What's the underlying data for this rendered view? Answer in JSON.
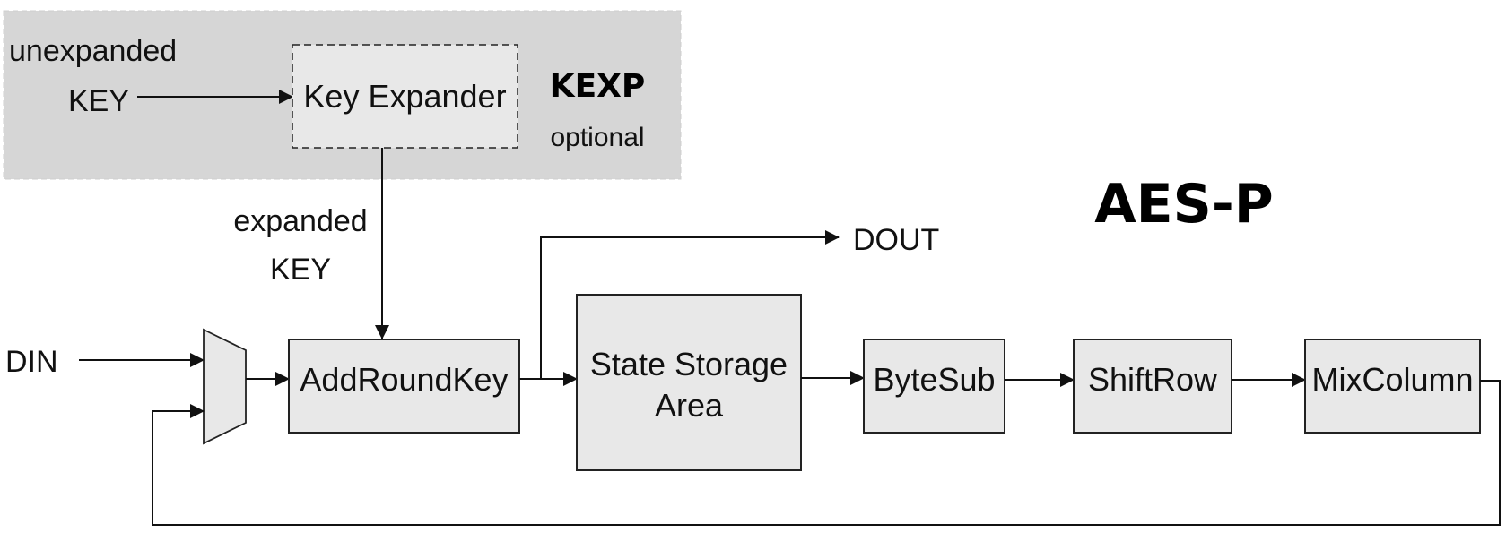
{
  "title": "AES-P",
  "kexp": {
    "title": "KEXP",
    "subtitle": "optional",
    "input_label_line1": "unexpanded",
    "input_label_line2": "KEY",
    "block": "Key Expander",
    "output_label_line1": "expanded",
    "output_label_line2": "KEY"
  },
  "inputs": {
    "din": "DIN"
  },
  "outputs": {
    "dout": "DOUT"
  },
  "blocks": {
    "add_round_key": "AddRoundKey",
    "state_storage_line1": "State Storage",
    "state_storage_line2": "Area",
    "byte_sub": "ByteSub",
    "shift_row": "ShiftRow",
    "mix_column": "MixColumn"
  },
  "colors": {
    "kexp_region": "#d6d6d6",
    "block_fill": "#e8e8e8",
    "stroke": "#1a1a1a"
  }
}
